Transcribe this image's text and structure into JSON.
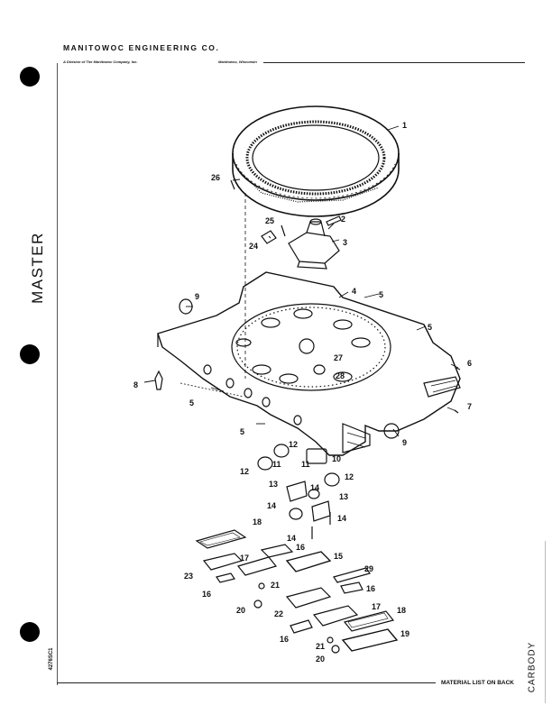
{
  "header": {
    "company": "MANITOWOC ENGINEERING CO.",
    "division": "A Division of The Manitowoc Company, Inc.",
    "location": "Manitowoc, Wisconsin"
  },
  "side_label": "MASTER",
  "doc_number": "4276SC1",
  "section_label": "CARBODY",
  "footer_note": "MATERIAL LIST ON BACK",
  "callouts": {
    "c1": "1",
    "c2": "2",
    "c3": "3",
    "c4": "4",
    "c5": "5",
    "c6": "6",
    "c7": "7",
    "c8": "8",
    "c9": "9",
    "c10": "10",
    "c11": "11",
    "c12": "12",
    "c13": "13",
    "c14": "14",
    "c15": "15",
    "c16": "16",
    "c17": "17",
    "c18": "18",
    "c19": "19",
    "c20": "20",
    "c21": "21",
    "c22": "22",
    "c23": "23",
    "c24": "24",
    "c25": "25",
    "c26": "26",
    "c27": "27",
    "c28": "28",
    "c29": "29"
  }
}
